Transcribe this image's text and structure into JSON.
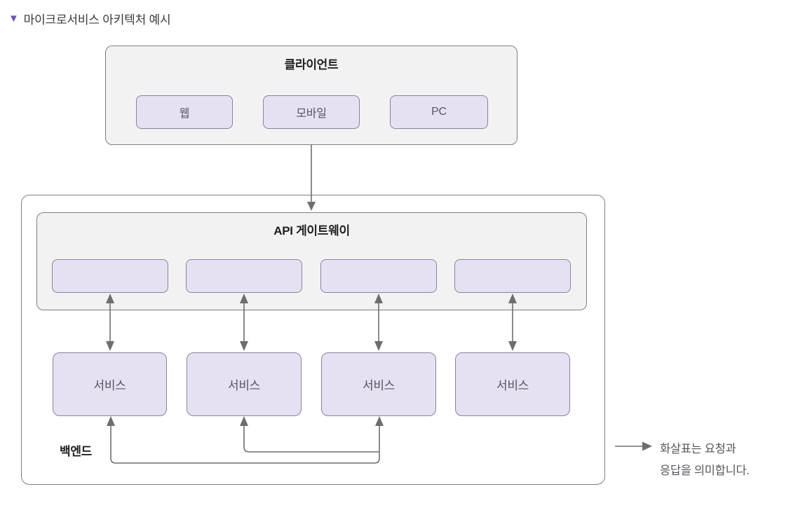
{
  "page": {
    "title_marker": "▼",
    "title": "마이크로서비스 아키텍처 예시"
  },
  "client": {
    "title": "클라이언트",
    "items": [
      {
        "label": "웹"
      },
      {
        "label": "모바일"
      },
      {
        "label": "PC"
      }
    ]
  },
  "backend": {
    "gateway": {
      "title": "API 게이트웨이",
      "slot_count": 4
    },
    "services": [
      {
        "label": "서비스"
      },
      {
        "label": "서비스"
      },
      {
        "label": "서비스"
      },
      {
        "label": "서비스"
      }
    ],
    "backend_label": "백엔드"
  },
  "legend": {
    "line1": "화살표는 요청과",
    "line2": "응답을 의미합니다."
  },
  "colors": {
    "accent_purple": "#7056ae",
    "node_fill": "#e6e1f2",
    "node_border": "#87839a",
    "panel_fill": "#f2f2f2",
    "panel_border": "#7f7f7f",
    "arrow": "#6e6e6e",
    "text_muted": "#55555f",
    "text_strong": "#1f1f1f"
  }
}
